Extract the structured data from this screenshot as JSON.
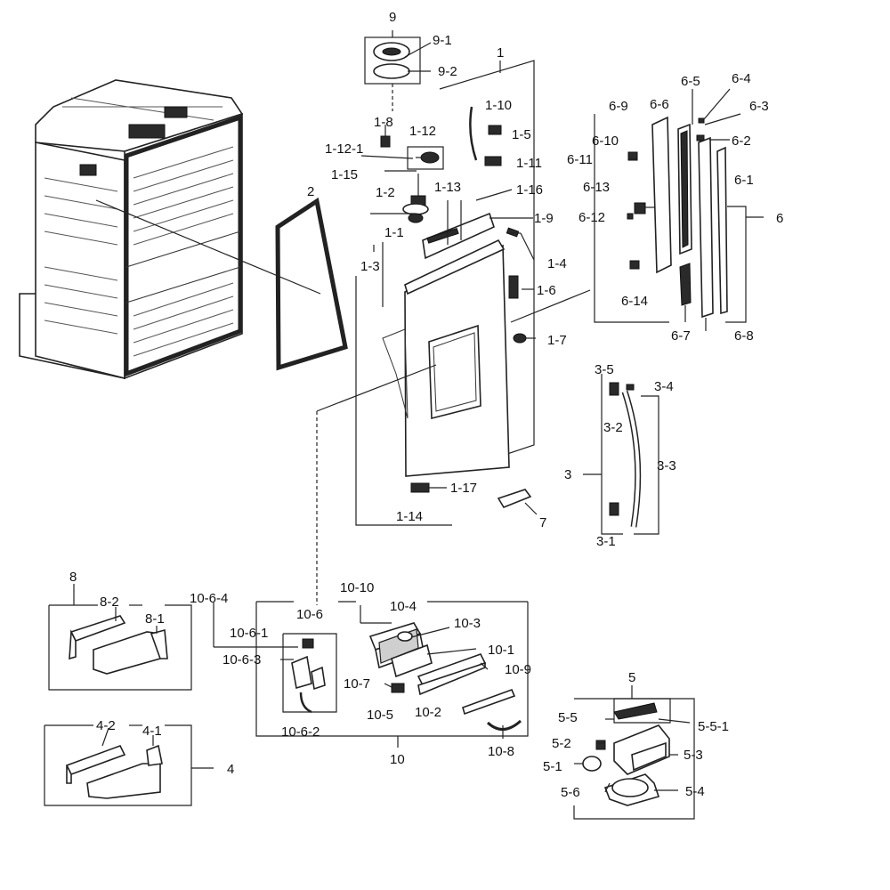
{
  "labels": {
    "p9": "9",
    "p9_1": "9-1",
    "p9_2": "9-2",
    "p1": "1",
    "p1_10": "1-10",
    "p1_8": "1-8",
    "p1_5": "1-5",
    "p1_12": "1-12",
    "p1_12_1": "1-12-1",
    "p1_11": "1-11",
    "p1_15": "1-15",
    "p1_16": "1-16",
    "p1_13": "1-13",
    "p1_2": "1-2",
    "p1_9": "1-9",
    "p1_1": "1-1",
    "p1_3": "1-3",
    "p1_4": "1-4",
    "p1_6": "1-6",
    "p1_7": "1-7",
    "p1_17": "1-17",
    "p1_14": "1-14",
    "p2": "2",
    "p7": "7",
    "p6": "6",
    "p6_1": "6-1",
    "p6_2": "6-2",
    "p6_3": "6-3",
    "p6_4": "6-4",
    "p6_5": "6-5",
    "p6_6": "6-6",
    "p6_7": "6-7",
    "p6_8": "6-8",
    "p6_9": "6-9",
    "p6_10": "6-10",
    "p6_11": "6-11",
    "p6_12": "6-12",
    "p6_13": "6-13",
    "p6_14": "6-14",
    "p3": "3",
    "p3_1": "3-1",
    "p3_2": "3-2",
    "p3_3": "3-3",
    "p3_4": "3-4",
    "p3_5": "3-5",
    "p8": "8",
    "p8_1": "8-1",
    "p8_2": "8-2",
    "p4": "4",
    "p4_1": "4-1",
    "p4_2": "4-2",
    "p10": "10",
    "p10_1": "10-1",
    "p10_2": "10-2",
    "p10_3": "10-3",
    "p10_4": "10-4",
    "p10_5": "10-5",
    "p10_6": "10-6",
    "p10_6_1": "10-6-1",
    "p10_6_2": "10-6-2",
    "p10_6_3": "10-6-3",
    "p10_6_4": "10-6-4",
    "p10_7": "10-7",
    "p10_8": "10-8",
    "p10_9": "10-9",
    "p10_10": "10-10",
    "p5": "5",
    "p5_1": "5-1",
    "p5_2": "5-2",
    "p5_3": "5-3",
    "p5_4": "5-4",
    "p5_5": "5-5",
    "p5_5_1": "5-5-1",
    "p5_6": "5-6"
  }
}
